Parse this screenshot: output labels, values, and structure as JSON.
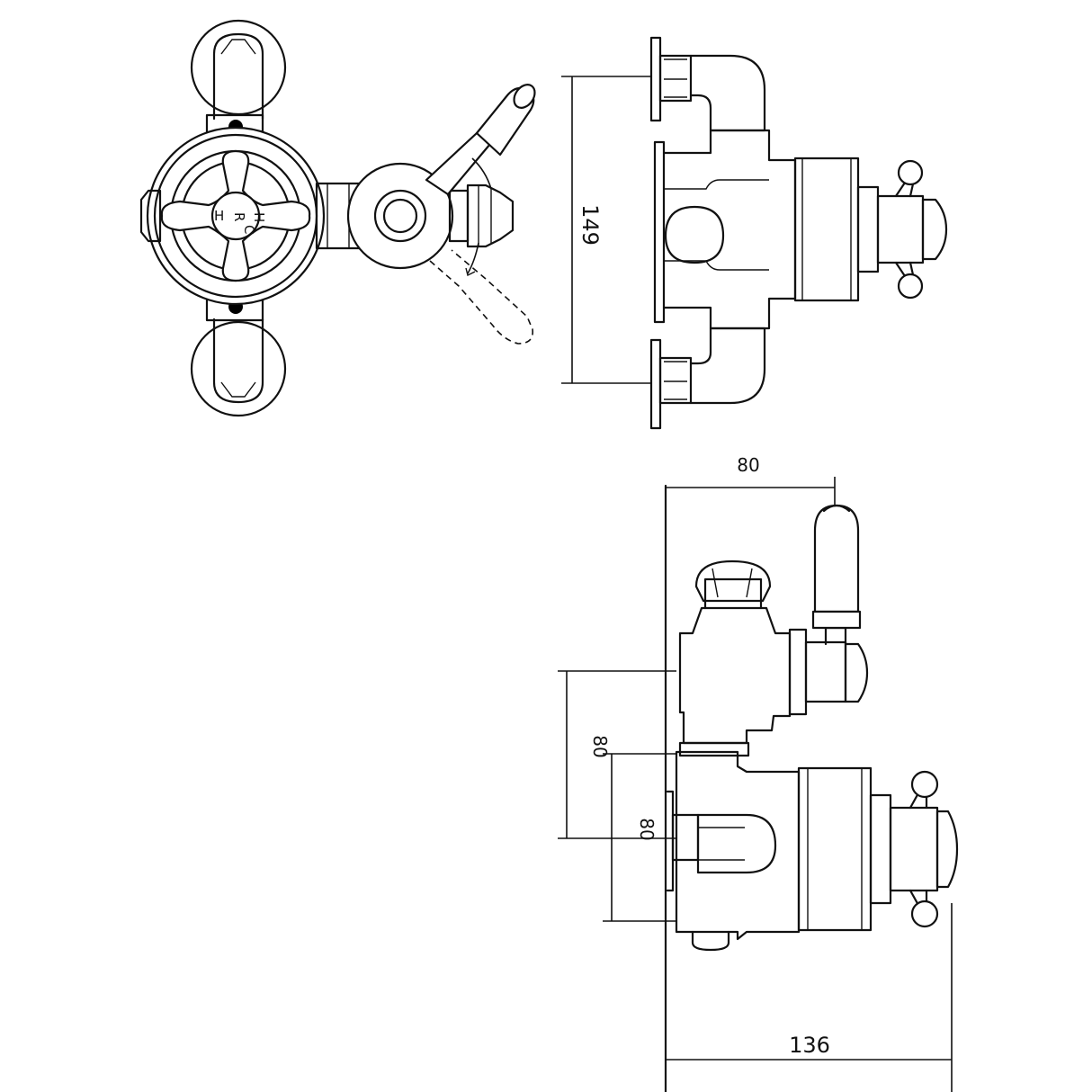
{
  "dimensions": {
    "side_height": "149",
    "top_width": "80",
    "left_offset": "80",
    "inner_offset": "80",
    "total_depth": "136"
  },
  "handle_markings": {
    "h1": "H",
    "r": "R",
    "c": "C",
    "h2": "H"
  }
}
